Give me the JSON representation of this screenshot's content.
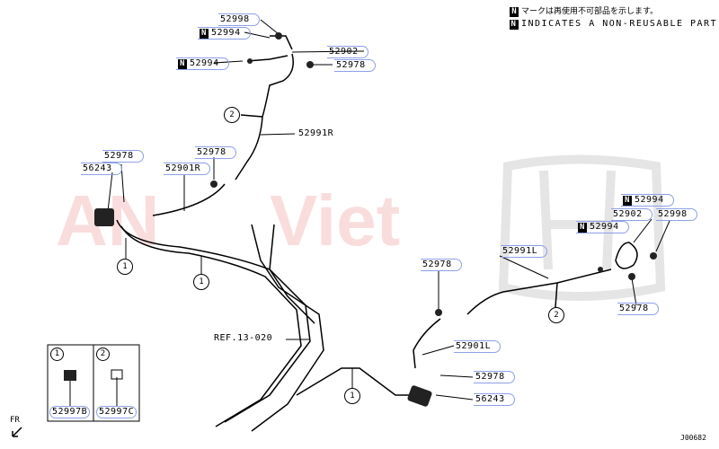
{
  "notes": {
    "n_mark": "N",
    "jp": "マークは再使用不可部品を示します。",
    "en": "INDICATES A NON-REUSABLE PART."
  },
  "watermark": {
    "text_a": "AN",
    "text_b": "Viet"
  },
  "labels": [
    "52998",
    "52994",
    "52902",
    "52994",
    "52978",
    "52991R",
    "52978",
    "52978",
    "56243",
    "52901R",
    "52994",
    "52902",
    "52998",
    "52994",
    "52991L",
    "52978",
    "52978",
    "52901L",
    "52978",
    "56243"
  ],
  "ref": "REF.13-020",
  "callouts": {
    "one": "1",
    "two": "2"
  },
  "inset": {
    "a_num": "1",
    "a_part": "52997B",
    "b_num": "2",
    "b_part": "52997C"
  },
  "fr": "FR",
  "diagram_id": "J00682"
}
